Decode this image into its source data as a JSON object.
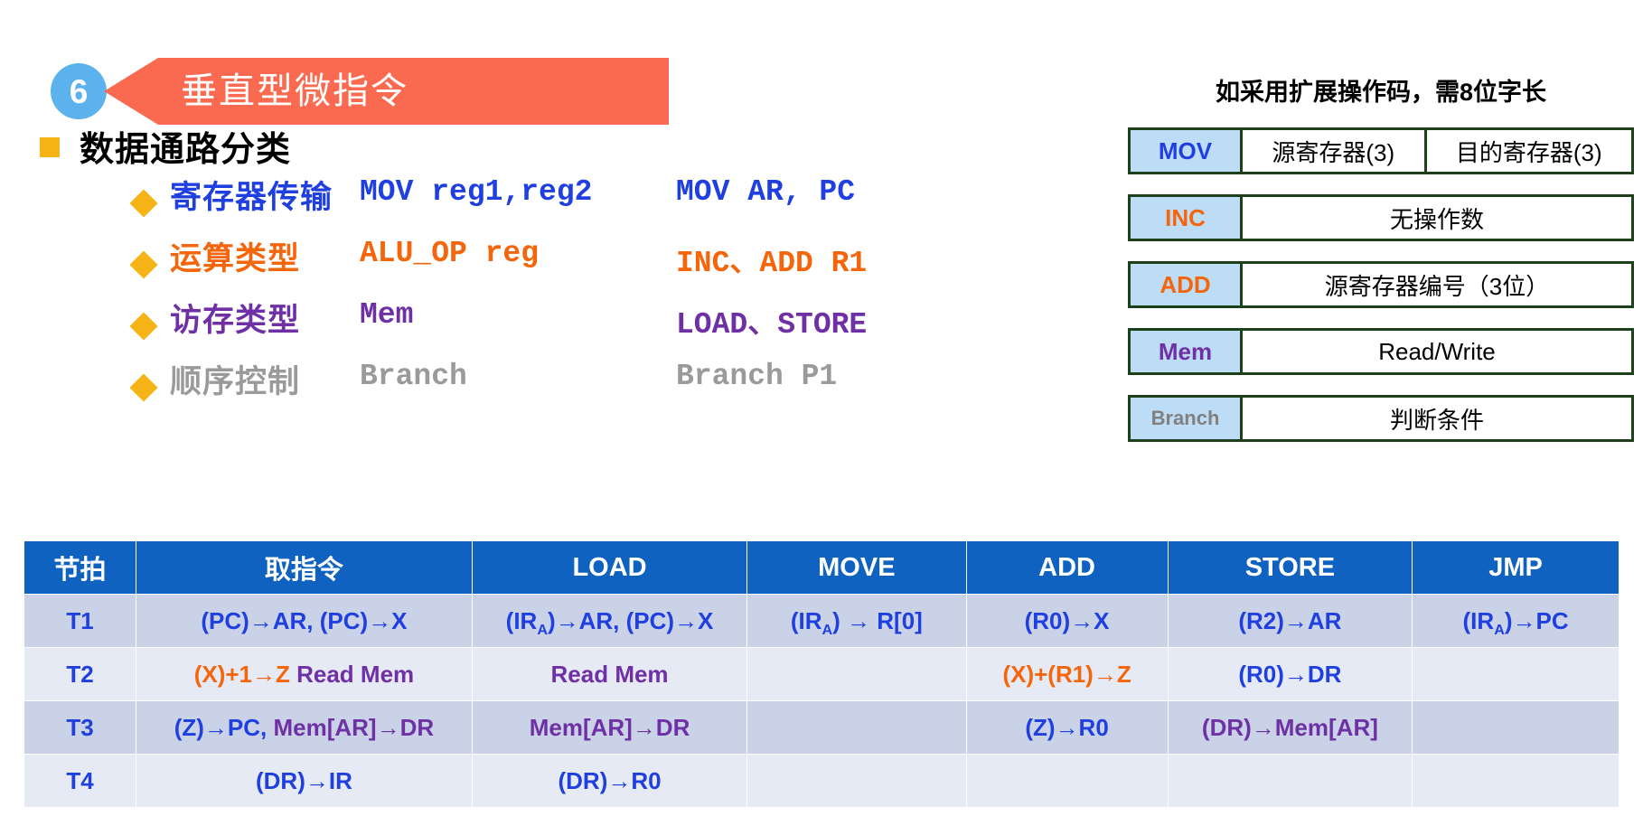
{
  "header": {
    "number": "6",
    "title": "垂直型微指令",
    "circle_color": "#5BB2EC",
    "banner_color": "#FA6A50"
  },
  "section": {
    "title": "数据通路分类",
    "bullet_color": "#F5B316",
    "rows": [
      {
        "category": "寄存器传输",
        "code1": "MOV reg1,reg2",
        "code2": "MOV AR, PC",
        "color": "#1F3FE0"
      },
      {
        "category": "运算类型",
        "code1": "ALU_OP reg",
        "code2": "INC、ADD R1",
        "color": "#F4650C"
      },
      {
        "category": "访存类型",
        "code1": "Mem",
        "code2": "LOAD、STORE",
        "color": "#6F30A5"
      },
      {
        "category": "顺序控制",
        "code1": "Branch",
        "code2": "Branch P1",
        "color": "#9A9A9A"
      }
    ]
  },
  "format": {
    "note": "如采用扩展操作码，需8位字长",
    "op_bg": "#BDDDF7",
    "border": "#1C4118",
    "rows": [
      {
        "op": "MOV",
        "op_color": "#1F3FE0",
        "fields": [
          "源寄存器(3)",
          "目的寄存器(3)"
        ]
      },
      {
        "op": "INC",
        "op_color": "#F4650C",
        "fields": [
          "无操作数"
        ]
      },
      {
        "op": "ADD",
        "op_color": "#F4650C",
        "fields": [
          "源寄存器编号（3位）"
        ]
      },
      {
        "op": "Mem",
        "op_color": "#6F30A5",
        "fields": [
          "Read/Write"
        ]
      },
      {
        "op": "Branch",
        "op_color": "#808080",
        "fields": [
          "判断条件"
        ]
      }
    ]
  },
  "table": {
    "header_bg": "#0F62C0",
    "columns": [
      "节拍",
      "取指令",
      "LOAD",
      "MOVE",
      "ADD",
      "STORE",
      "JMP"
    ],
    "rows": [
      {
        "tick": "T1",
        "cells": [
          [
            {
              "t": "(PC)→AR, (PC)→X",
              "c": "#1F3FE0"
            }
          ],
          [
            {
              "t": "(IRA)→AR,  (PC)→X",
              "c": "#1F3FE0",
              "sub": "A"
            }
          ],
          [
            {
              "t": "(IRA) → R[0]",
              "c": "#1F3FE0",
              "sub": "A"
            }
          ],
          [
            {
              "t": "(R0)→X",
              "c": "#1F3FE0"
            }
          ],
          [
            {
              "t": "(R2)→AR",
              "c": "#1F3FE0"
            }
          ],
          [
            {
              "t": "(IRA)→PC",
              "c": "#1F3FE0",
              "sub": "A"
            }
          ]
        ]
      },
      {
        "tick": "T2",
        "cells": [
          [
            {
              "t": "(X)+1→Z ",
              "c": "#F4650C"
            },
            {
              "t": "Read Mem",
              "c": "#6F30A5"
            }
          ],
          [
            {
              "t": "Read Mem",
              "c": "#6F30A5"
            }
          ],
          [
            {
              "t": "",
              "c": "#1F3FE0"
            }
          ],
          [
            {
              "t": "(X)+(R1)→Z",
              "c": "#F4650C"
            }
          ],
          [
            {
              "t": "(R0)→DR",
              "c": "#1F3FE0"
            }
          ],
          [
            {
              "t": "",
              "c": "#1F3FE0"
            }
          ]
        ]
      },
      {
        "tick": "T3",
        "cells": [
          [
            {
              "t": "(Z)→PC, ",
              "c": "#1F3FE0"
            },
            {
              "t": "Mem[AR]→DR",
              "c": "#6F30A5"
            }
          ],
          [
            {
              "t": "Mem[AR]→DR",
              "c": "#6F30A5"
            }
          ],
          [
            {
              "t": "",
              "c": "#1F3FE0"
            }
          ],
          [
            {
              "t": "(Z)→R0",
              "c": "#1F3FE0"
            }
          ],
          [
            {
              "t": "(DR)→Mem[AR]",
              "c": "#6F30A5"
            }
          ],
          [
            {
              "t": "",
              "c": "#1F3FE0"
            }
          ]
        ]
      },
      {
        "tick": "T4",
        "cells": [
          [
            {
              "t": "(DR)→IR",
              "c": "#1F3FE0"
            }
          ],
          [
            {
              "t": "(DR)→R0",
              "c": "#1F3FE0"
            }
          ],
          [
            {
              "t": "",
              "c": "#1F3FE0"
            }
          ],
          [
            {
              "t": "",
              "c": "#1F3FE0"
            }
          ],
          [
            {
              "t": "",
              "c": "#1F3FE0"
            }
          ],
          [
            {
              "t": "",
              "c": "#1F3FE0"
            }
          ]
        ]
      }
    ]
  }
}
